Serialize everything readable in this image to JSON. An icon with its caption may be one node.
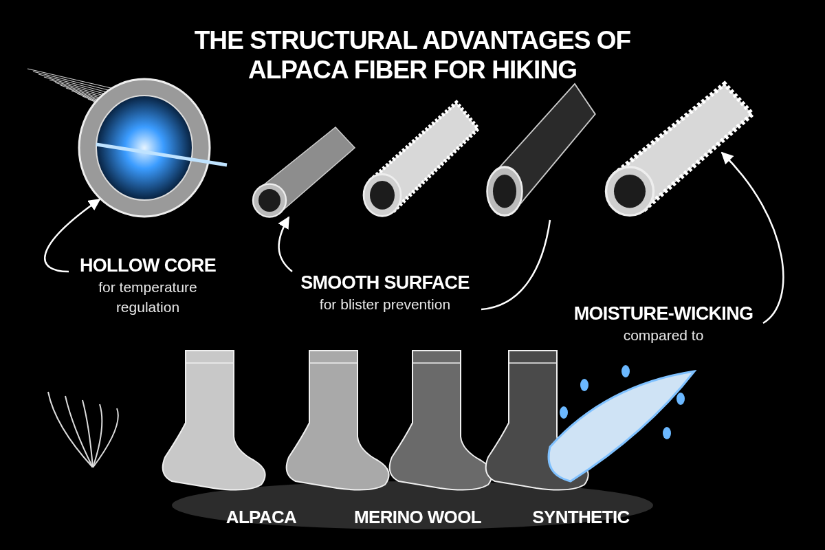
{
  "diagram": {
    "title": "THE STRUCTURAL ADVANTAGES OF ALPACA FIBER FOR HIKING",
    "nodes": [
      {
        "text": [],
        "shape": "picture"
      },
      {
        "text": [],
        "shape": "picture"
      },
      {
        "text": [],
        "shape": "picture"
      },
      {
        "text": [],
        "shape": "picture"
      },
      {
        "text": [],
        "shape": "picture"
      },
      {
        "text": [
          "HOLLOW CORE",
          "for temperature regulation"
        ]
      },
      {
        "text": [
          "SMOOTH SURFACE",
          "for blister prevention"
        ]
      },
      {
        "text": [
          "MOISTURE-WICKING",
          "compared to"
        ]
      }
    ],
    "edges": [
      {
        "from": 5,
        "to": 0,
        "arrow": "to"
      },
      {
        "from": 6,
        "to": 1,
        "arrow": "to"
      },
      {
        "from": 6,
        "to": 3,
        "arrow": "none"
      },
      {
        "from": 7,
        "to": 4,
        "arrow": "to"
      }
    ],
    "labels": [
      "ALPACA",
      "MERINO WOOL",
      "SYNTHETIC"
    ]
  }
}
